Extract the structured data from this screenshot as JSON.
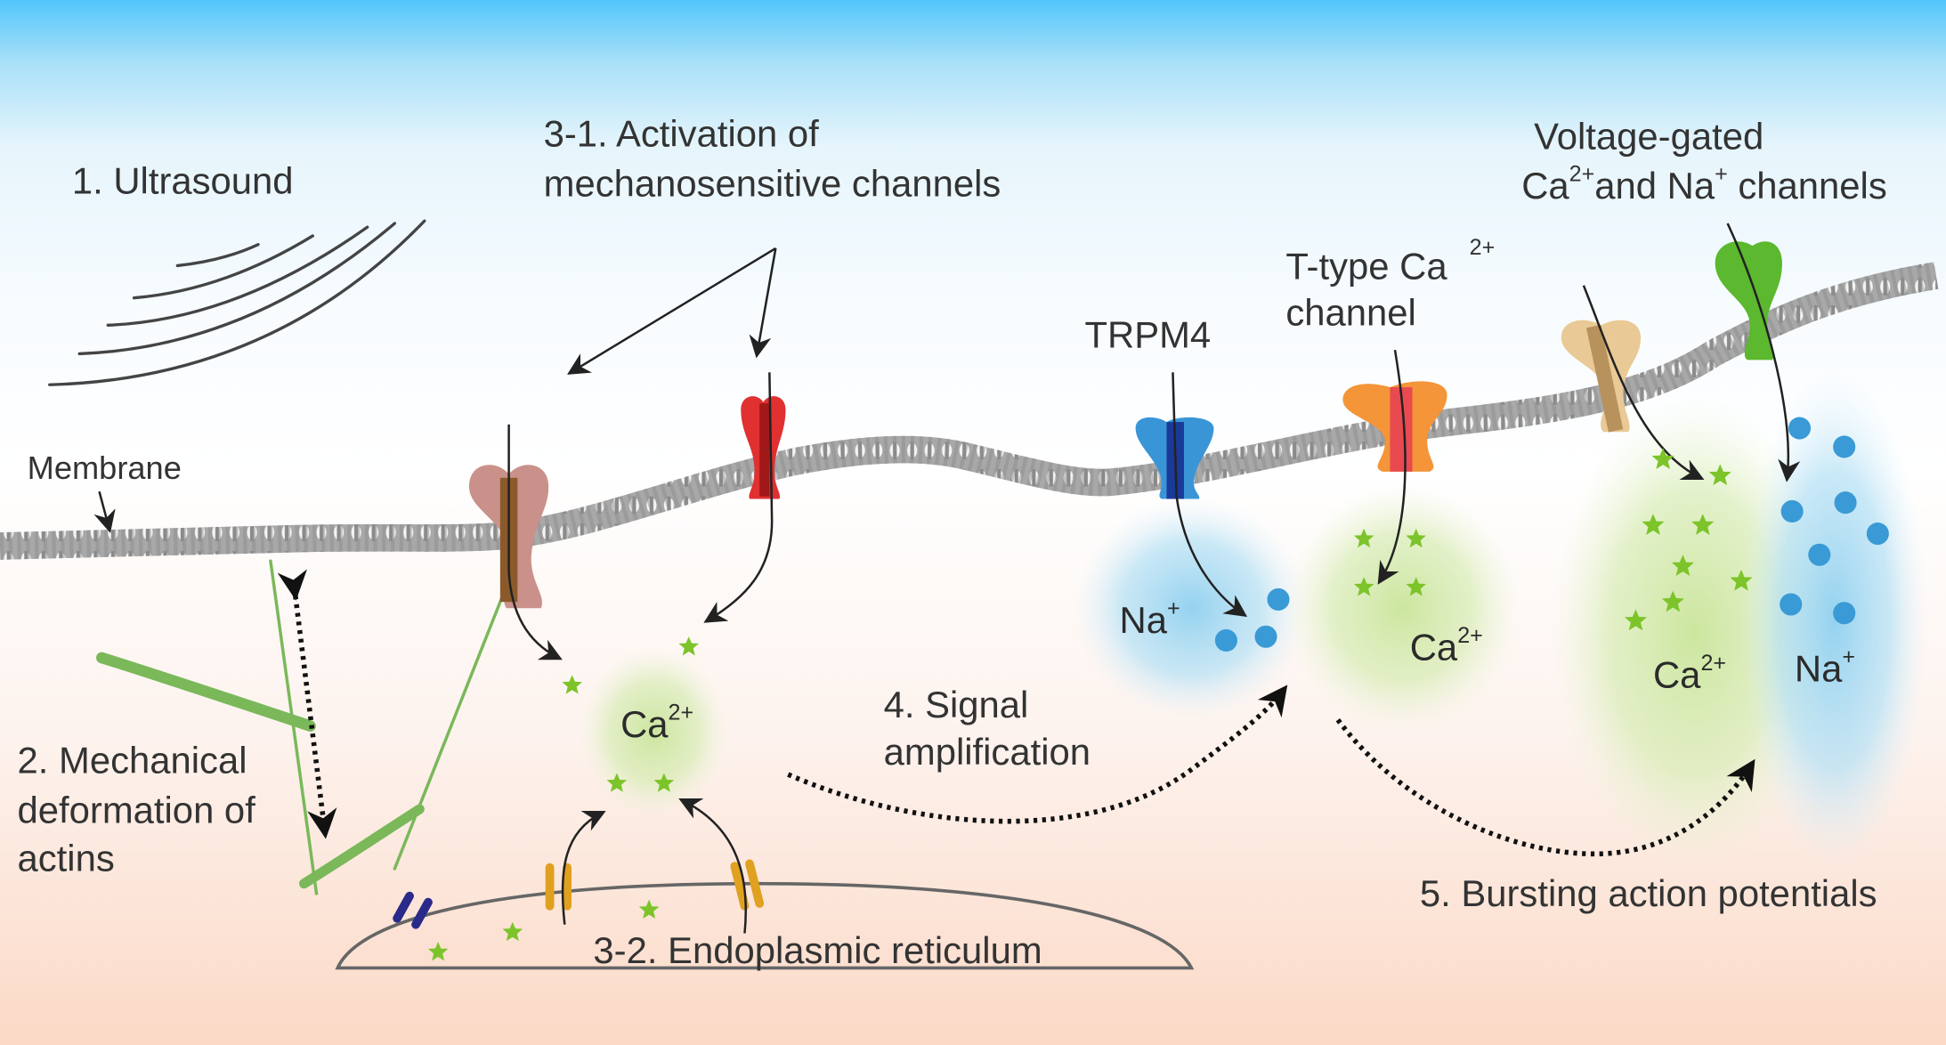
{
  "figure": {
    "labels": {
      "ultrasound": "1. Ultrasound",
      "activation_line1": "3-1. Activation of",
      "activation_line2": "mechanosensitive channels",
      "membrane": "Membrane",
      "mechanical_line1": "2. Mechanical",
      "mechanical_line2": "deformation of",
      "mechanical_line3": "actins",
      "er": "3-2. Endoplasmic reticulum",
      "signal_line1": "4. Signal",
      "signal_line2": "amplification",
      "trpm4": "TRPM4",
      "ttype_line1": "T-type Ca",
      "ttype_sup": "2+",
      "ttype_line2": "channel",
      "vg_line1": "Voltage-gated",
      "vg_ca": "Ca",
      "vg_ca_sup": "2+",
      "vg_and": "and Na",
      "vg_na_sup": "+",
      "vg_channels": " channels",
      "bursting": "5. Bursting action potentials"
    },
    "ions": {
      "ca": "Ca",
      "ca_charge": "2+",
      "na": "Na",
      "na_charge": "+"
    },
    "colors": {
      "ca_star": "#7cc42a",
      "na_dot": "#3a9ad6",
      "mech_channel_1": "#c9918a",
      "mech_channel_2": "#e03030",
      "trpm4_channel": "#3a95d6",
      "ttype_channel": "#f39538",
      "vg_ca_channel": "#e9c996",
      "vg_na_channel": "#5cb82e",
      "er_channel": "#e0a020",
      "er_pump": "#2a2a8a",
      "actin": "#7ab85a"
    }
  }
}
